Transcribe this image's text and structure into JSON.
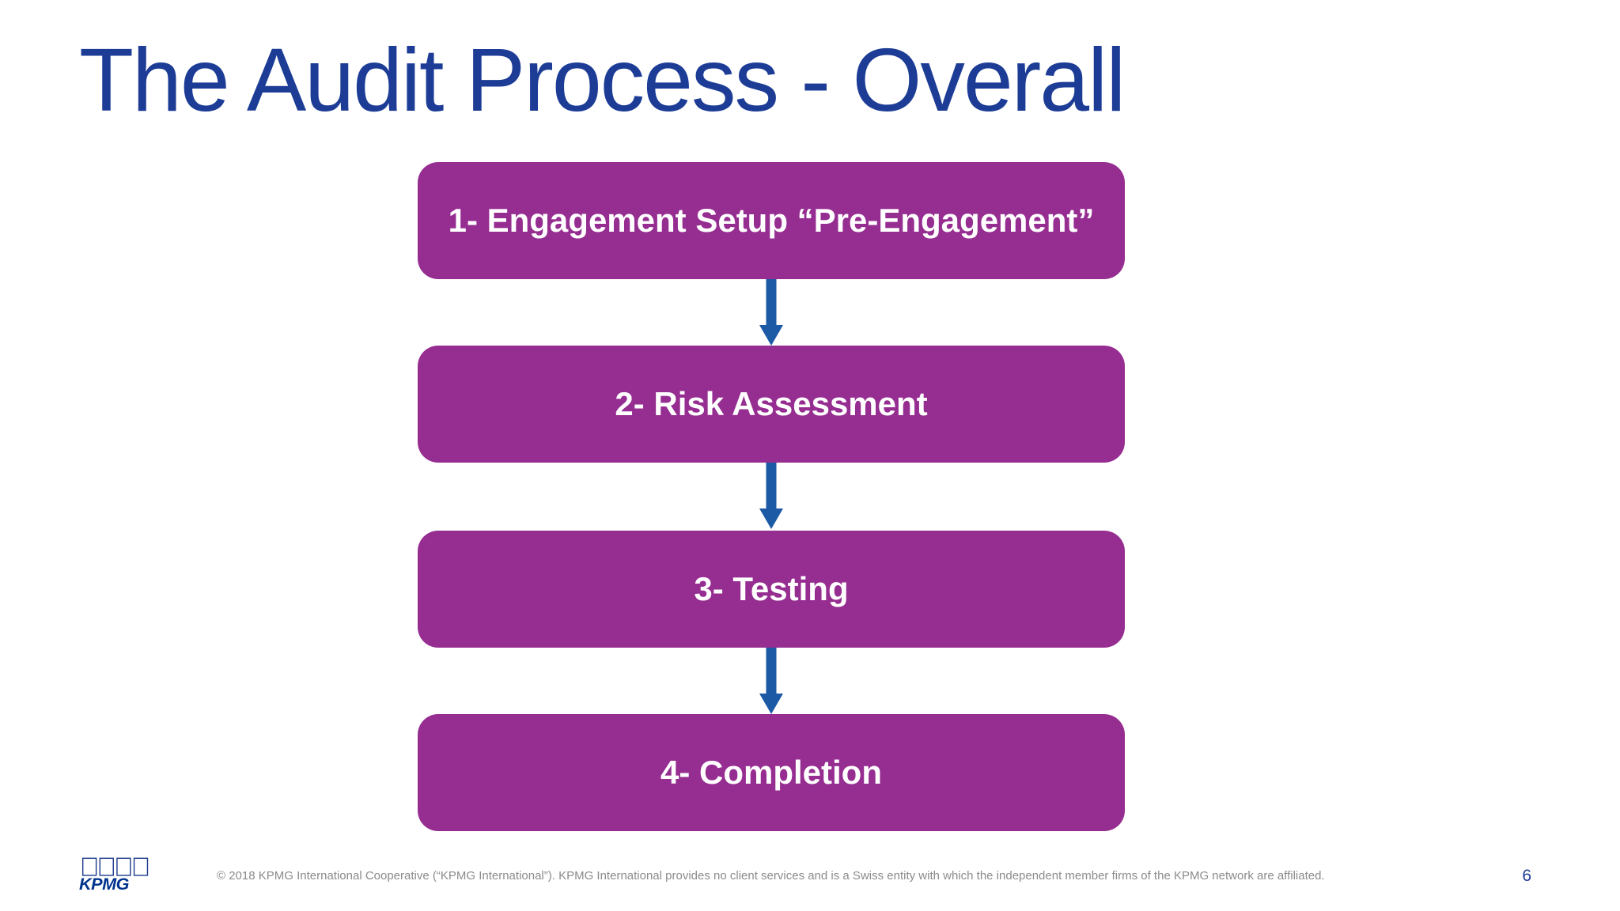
{
  "slide": {
    "title": "The Audit Process - Overall",
    "page_number": "6"
  },
  "flowchart": {
    "steps": [
      "1- Engagement Setup “Pre-Engagement”",
      "2- Risk Assessment",
      "3- Testing",
      "4- Completion"
    ],
    "connector_icon": "down-arrow-icon"
  },
  "footer": {
    "logo": "KPMG",
    "copyright": "© 2018 KPMG International Cooperative (“KPMG International”). KPMG International provides no client services and is a Swiss entity with which the independent member firms of the KPMG network are affiliated."
  },
  "colors": {
    "title_blue": "#1c3c96",
    "box_purple": "#962d91",
    "box_text": "#ffffff",
    "arrow_blue": "#1c5aa6",
    "logo_blue": "#00338d",
    "footer_gray": "#8b8b8e",
    "background": "#ffffff"
  }
}
